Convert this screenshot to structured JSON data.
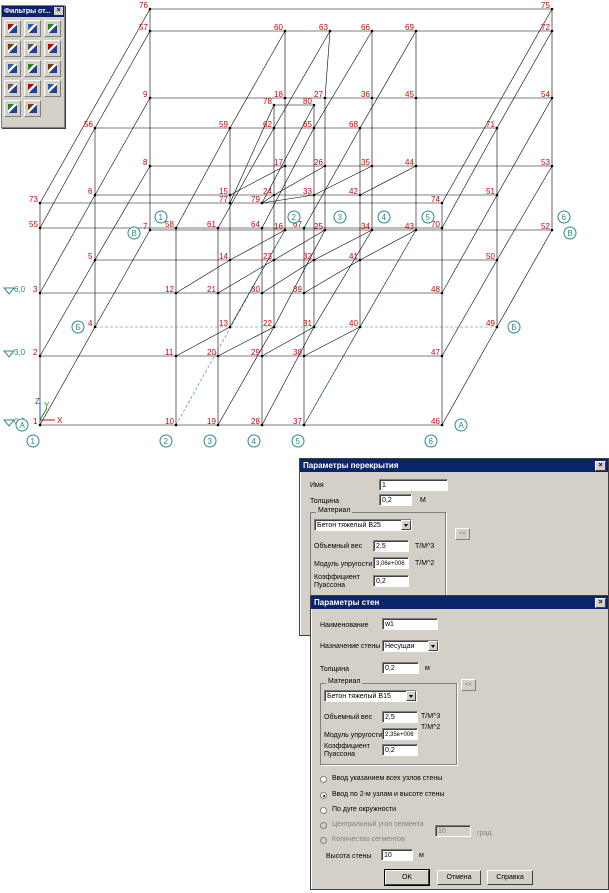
{
  "colors": {
    "accent": "#0a246a",
    "node_label": "#d40000",
    "axis": "#2a8a8a",
    "dialog_bg": "#d4d0c8"
  },
  "toolbar": {
    "title": "Фильтры от...",
    "buttons": [
      "nodes-filter-icon",
      "bars-filter-icon",
      "plates-filter-icon",
      "bars-length-filter-icon",
      "bars-number-filter-icon",
      "plates-number-filter-icon",
      "grid-x-filter-icon",
      "grid-y-filter-icon",
      "grid-z-filter-icon",
      "nodes-select-icon",
      "plates-select-icon",
      "brush-icon",
      "stiffness-filter-icon",
      "pencil-icon"
    ]
  },
  "model": {
    "levels": [
      "6,0",
      "3,0",
      "0,0"
    ],
    "axes_numeric": [
      "1",
      "2",
      "3",
      "4",
      "5",
      "6"
    ],
    "axes_letter": [
      "А",
      "Б",
      "В"
    ],
    "nodes": [
      "1",
      "2",
      "3",
      "4",
      "5",
      "6",
      "7",
      "8",
      "9",
      "10",
      "11",
      "12",
      "13",
      "14",
      "15",
      "16",
      "17",
      "18",
      "19",
      "20",
      "21",
      "22",
      "23",
      "24",
      "25",
      "26",
      "27",
      "28",
      "29",
      "30",
      "31",
      "32",
      "33",
      "34",
      "35",
      "36",
      "37",
      "38",
      "39",
      "40",
      "41",
      "42",
      "43",
      "44",
      "45",
      "46",
      "47",
      "48",
      "49",
      "50",
      "51",
      "52",
      "53",
      "54",
      "55",
      "56",
      "57",
      "58",
      "59",
      "60",
      "61",
      "62",
      "63",
      "64",
      "65",
      "66",
      "67",
      "68",
      "69",
      "70",
      "71",
      "72",
      "73",
      "74",
      "75",
      "76",
      "77",
      "78",
      "79",
      "80"
    ],
    "coord_axes": [
      "X",
      "Y",
      "Z"
    ]
  },
  "slab_dialog": {
    "title": "Параметры перекрытия",
    "name_label": "Имя",
    "name_value": "1",
    "thickness_label": "Толщина",
    "thickness_value": "0,2",
    "thickness_unit": "М",
    "material_group": "Материал",
    "material_value": "Бетон тяжелый В25",
    "weight_label": "Объемный вес",
    "weight_value": "2,5",
    "weight_unit": "Т/М^3",
    "modulus_label": "Модуль упругости",
    "modulus_value": "3,06e+006",
    "modulus_unit": "Т/М^2",
    "poisson_label_1": "Коэффициент",
    "poisson_label_2": "Пуассона",
    "poisson_value": "0,2",
    "side_button": "<<"
  },
  "wall_dialog": {
    "title": "Параметры стен",
    "name_label": "Наименование",
    "name_value": "w1",
    "purpose_label": "Назначение стены",
    "purpose_value": "Несущая",
    "thickness_label": "Толщина",
    "thickness_value": "0,2",
    "thickness_unit": "м",
    "material_group": "Материал",
    "material_value": "Бетон тяжелый В15",
    "side_button": "<<",
    "weight_label": "Объемный вес",
    "weight_value": "2,5",
    "weight_unit": "Т/М^3",
    "modulus_label": "Модуль упругости",
    "modulus_value": "2,35e+006",
    "modulus_unit": "Т/М^2",
    "poisson_label_1": "Коэффициент",
    "poisson_label_2": "Пуассона",
    "poisson_value": "0,2",
    "radio": [
      {
        "label": "Ввод указанием всех узлов стены",
        "checked": false,
        "disabled": false
      },
      {
        "label": "Ввод по 2-м узлам и высоте стены",
        "checked": true,
        "disabled": false
      },
      {
        "label": "По дуге окружности",
        "checked": false,
        "disabled": false
      },
      {
        "label": "Центральный угол сегмента",
        "checked": false,
        "disabled": true
      },
      {
        "label": "Количество сегментов",
        "checked": false,
        "disabled": true
      }
    ],
    "segments_value": "10",
    "segments_unit": "град.",
    "height_label": "Высота стены",
    "height_value": "10",
    "height_unit": "м",
    "ok": "OK",
    "cancel": "Отмена",
    "help": "Справка"
  }
}
